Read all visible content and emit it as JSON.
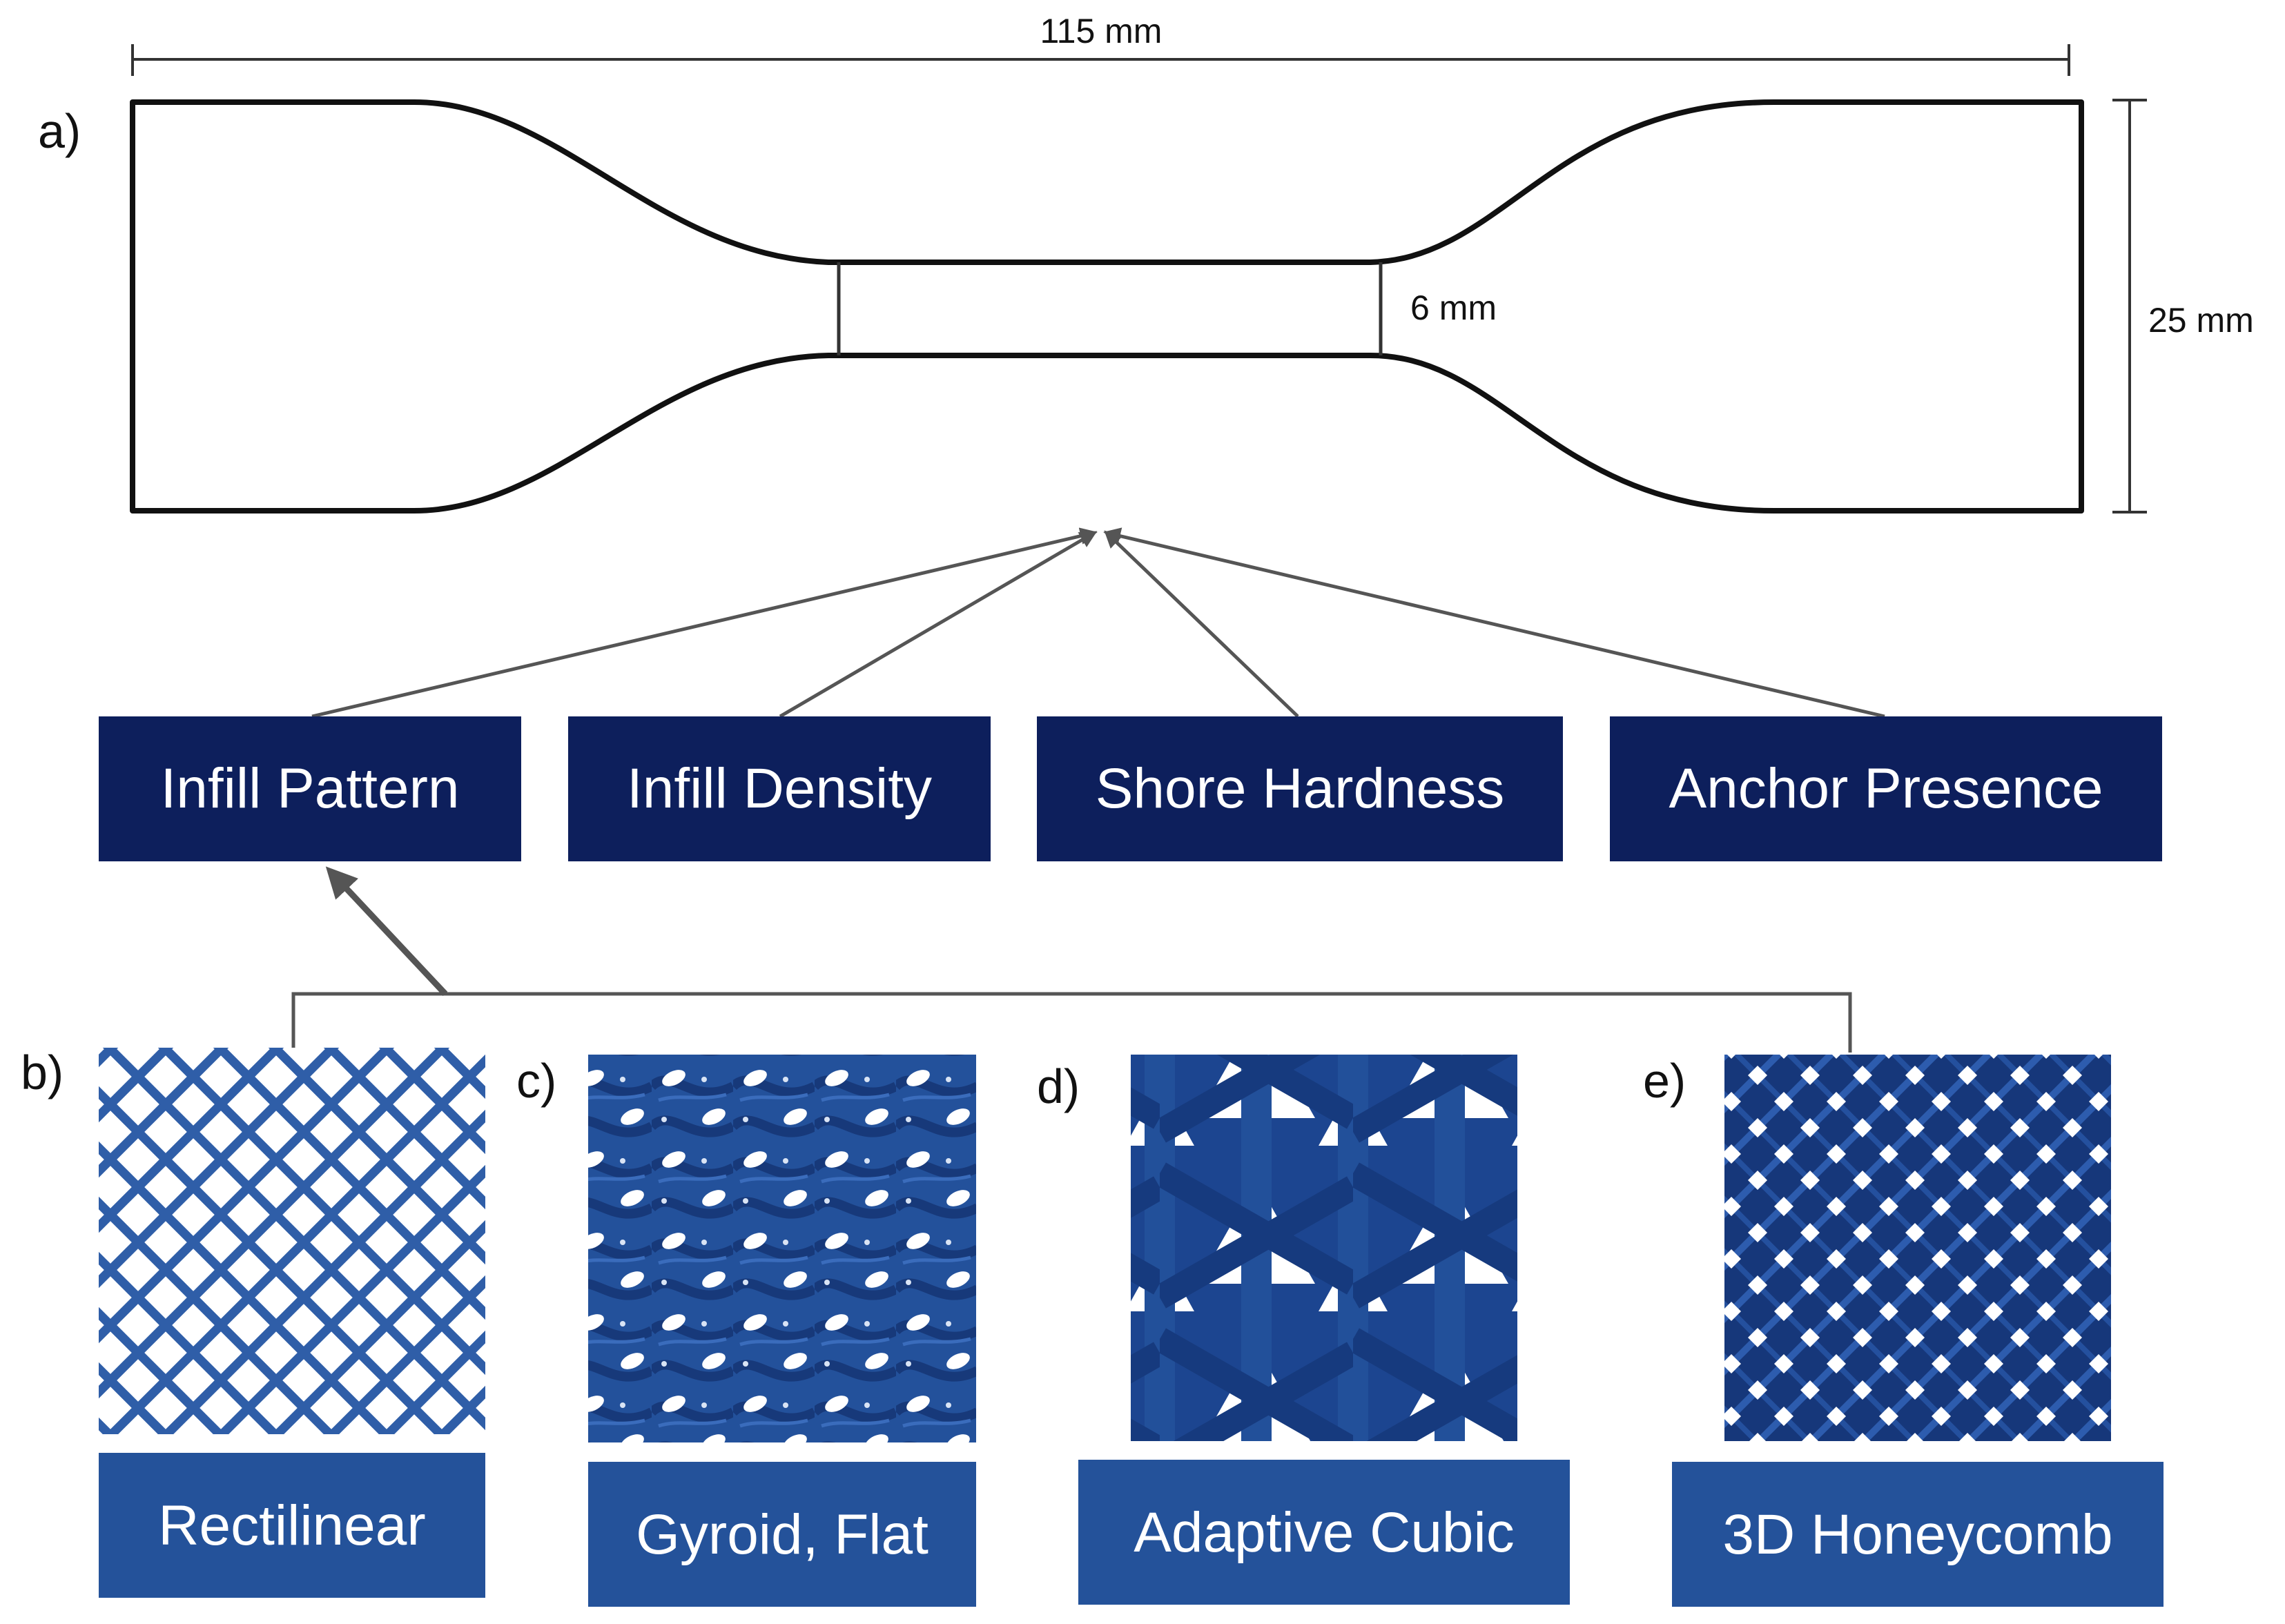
{
  "dimensions": {
    "length": "115 mm",
    "height": "25 mm",
    "neck_width": "6 mm"
  },
  "panel_labels": [
    "a)",
    "b)",
    "c)",
    "d)",
    "e)"
  ],
  "parameters": [
    {
      "label": "Infill Pattern"
    },
    {
      "label": "Infill Density"
    },
    {
      "label": "Shore Hardness"
    },
    {
      "label": "Anchor Presence"
    }
  ],
  "patterns": [
    {
      "label": "Rectilinear",
      "icon": "rectilinear-pattern-icon"
    },
    {
      "label": "Gyroid, Flat",
      "icon": "gyroid-pattern-icon"
    },
    {
      "label": "Adaptive Cubic",
      "icon": "adaptive-cubic-pattern-icon"
    },
    {
      "label": "3D Honeycomb",
      "icon": "honeycomb-pattern-icon"
    }
  ],
  "colors": {
    "parameter_box": "#0d1f5c",
    "pattern_box": "#24529a",
    "pattern_fill": "#22509a",
    "pattern_dark": "#0f2a66",
    "arrow": "#555555",
    "outline": "#111111"
  }
}
